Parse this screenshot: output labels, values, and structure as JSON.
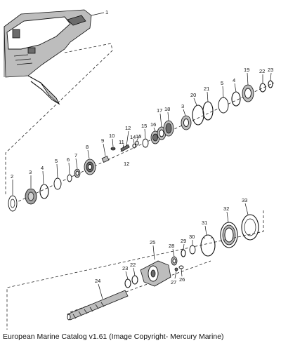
{
  "caption": "European Marine Catalog v1.61 (Image Copyright- Mercury Marine)",
  "callouts": {
    "c1": "1",
    "c2": "2",
    "c3a": "3",
    "c3b": "3",
    "c4a": "4",
    "c4b": "4",
    "c5a": "5",
    "c5b": "5",
    "c6": "6",
    "c7": "7",
    "c8": "8",
    "c9": "9",
    "c10": "10",
    "c11": "11",
    "c12a": "12",
    "c12b": "12",
    "c13": "13",
    "c14": "14",
    "c15": "15",
    "c16": "16",
    "c17": "17",
    "c18": "18",
    "c19": "19",
    "c20": "20",
    "c21": "21",
    "c22a": "22",
    "c22b": "22",
    "c23a": "23",
    "c23b": "23",
    "c24": "24",
    "c25": "25",
    "c26": "26",
    "c27": "27",
    "c28": "28",
    "c29": "29",
    "c30": "30",
    "c31": "31",
    "c32": "32",
    "c33": "33"
  }
}
